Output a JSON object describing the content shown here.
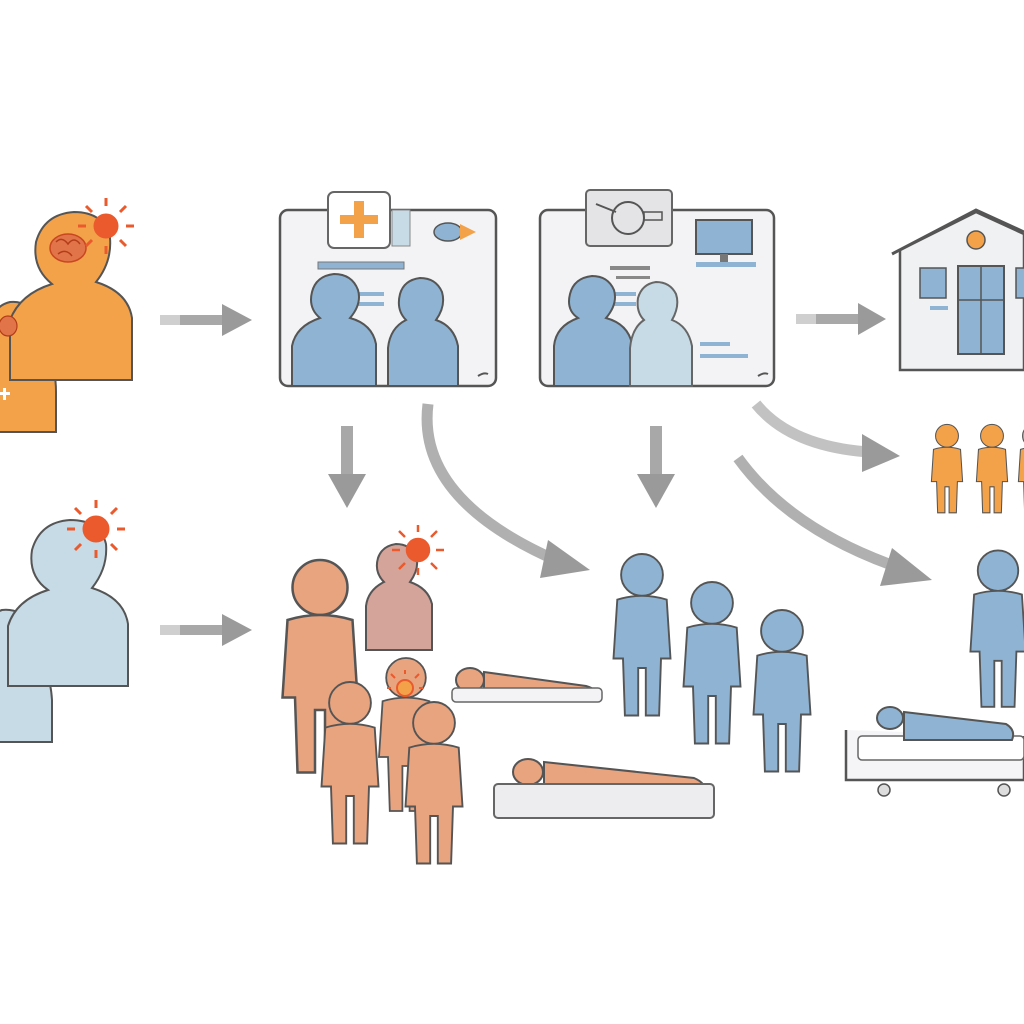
{
  "colors": {
    "orange": "#f3a24a",
    "salmon": "#e8a37f",
    "rose": "#d4a39a",
    "blue": "#8fb4d3",
    "pale_blue": "#c7dbe7",
    "accent_red": "#ea5a2c",
    "arrow_gray": "#9a9a9a",
    "panel_fill": "#f3f3f5",
    "outline": "#555555"
  },
  "nodes": [
    {
      "name": "patients-symptomatic",
      "icon": "person-with-brain-alert-icon",
      "color": "orange"
    },
    {
      "name": "emergency-care-room",
      "icon": "medical-cross-icon",
      "color": "blue"
    },
    {
      "name": "imaging-room",
      "icon": "scanner-icon",
      "color": "blue"
    },
    {
      "name": "hospital",
      "icon": "hospital-icon",
      "color": "pale_blue"
    },
    {
      "name": "outpatient-group-orange",
      "icon": "person-group-icon",
      "color": "orange"
    },
    {
      "name": "patients-mild",
      "icon": "person-with-alert-icon",
      "color": "pale_blue"
    },
    {
      "name": "affected-group-salmon",
      "icon": "person-group-icon",
      "color": "salmon"
    },
    {
      "name": "recovering-group-blue",
      "icon": "person-group-icon",
      "color": "blue"
    },
    {
      "name": "inpatient-bed",
      "icon": "hospital-bed-icon",
      "color": "blue"
    }
  ]
}
